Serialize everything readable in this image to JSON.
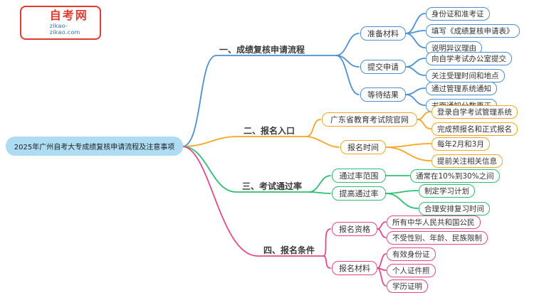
{
  "logo": {
    "title": "自考网",
    "url": "zikao-zikao.com"
  },
  "root": {
    "label": "2025年广州自考大专成绩复核申请流程及注意事项"
  },
  "colors": {
    "branch1": "#4a90d6",
    "branch2": "#f6a623",
    "branch3": "#2fbf71",
    "branch4": "#e8478b",
    "root_bg": "#aedcf3"
  },
  "branches": [
    {
      "label": "一、成绩复核申请流程",
      "color": "#4a90d6",
      "topics": [
        {
          "label": "准备材料",
          "items": [
            "身份证和准考证",
            "填写《成绩复核申请表》",
            "说明异议理由"
          ]
        },
        {
          "label": "提交申请",
          "items": [
            "向自学考试办公室提交",
            "关注受理时间和地点"
          ]
        },
        {
          "label": "等待结果",
          "items": [
            "通过管理系统通知",
            "书面通知分数更正"
          ]
        }
      ]
    },
    {
      "label": "二、报名入口",
      "color": "#f6a623",
      "topics": [
        {
          "label": "广东省教育考试院官网",
          "items": [
            "登录自学考试管理系统",
            "完成预报名和正式报名"
          ]
        },
        {
          "label": "报名时间",
          "items": [
            "每年2月和3月",
            "提前关注相关信息"
          ]
        }
      ]
    },
    {
      "label": "三、考试通过率",
      "color": "#2fbf71",
      "topics": [
        {
          "label": "通过率范围",
          "items": [
            "通常在10%到30%之间"
          ]
        },
        {
          "label": "提高通过率",
          "items": [
            "制定学习计划",
            "合理安排复习时间"
          ]
        }
      ]
    },
    {
      "label": "四、报名条件",
      "color": "#e8478b",
      "topics": [
        {
          "label": "报名资格",
          "items": [
            "所有中华人民共和国公民",
            "不受性别、年龄、民族限制"
          ]
        },
        {
          "label": "报名材料",
          "items": [
            "有效身份证",
            "个人证件照",
            "学历证明"
          ]
        }
      ]
    }
  ]
}
